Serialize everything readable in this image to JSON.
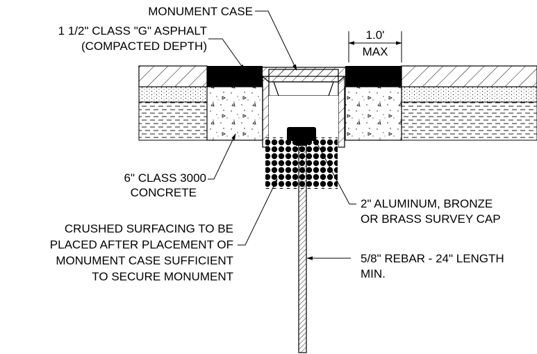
{
  "labels": {
    "monument_case": "MONUMENT CASE",
    "asphalt_line1": "1 1/2\" CLASS \"G\" ASPHALT",
    "asphalt_line2": "(COMPACTED DEPTH)",
    "dim_value": "1.0'",
    "dim_max": "MAX",
    "concrete_line1": "6\" CLASS 3000",
    "concrete_line2": "CONCRETE",
    "cap_line1": "2\" ALUMINUM, BRONZE",
    "cap_line2": "OR BRASS SURVEY CAP",
    "crushed_line1": "CRUSHED SURFACING TO BE",
    "crushed_line2": "PLACED AFTER PLACEMENT OF",
    "crushed_line3": "MONUMENT CASE SUFFICIENT",
    "crushed_line4": "TO SECURE MONUMENT",
    "rebar_line1": "5/8\" REBAR - 24\" LENGTH",
    "rebar_line2": "MIN."
  },
  "colors": {
    "line": "#000000",
    "background": "#ffffff"
  }
}
